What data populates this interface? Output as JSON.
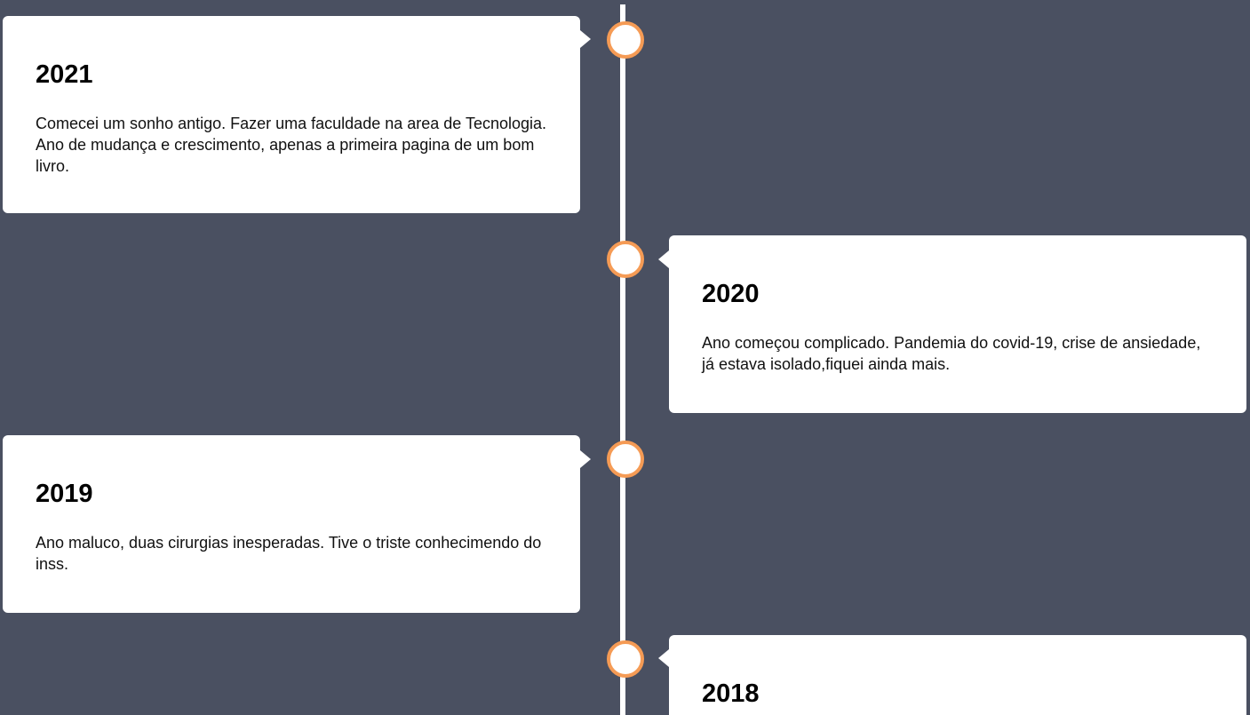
{
  "colors": {
    "background": "#4a5061",
    "card": "#ffffff",
    "line": "#ffffff",
    "dot_border": "#f59b55"
  },
  "timeline": {
    "entries": [
      {
        "year": "2021",
        "text": "Comecei um sonho antigo. Fazer uma faculdade na area de Tecnologia. Ano de mudança e crescimento, apenas a primeira pagina de um bom livro.",
        "side": "left"
      },
      {
        "year": "2020",
        "text": "Ano começou complicado. Pandemia do covid-19, crise de ansiedade, já estava isolado,fiquei ainda mais.",
        "side": "right"
      },
      {
        "year": "2019",
        "text": "Ano maluco, duas cirurgias inesperadas. Tive o triste conhecimendo do inss.",
        "side": "left"
      },
      {
        "year": "2018",
        "text": "",
        "side": "right"
      }
    ]
  }
}
